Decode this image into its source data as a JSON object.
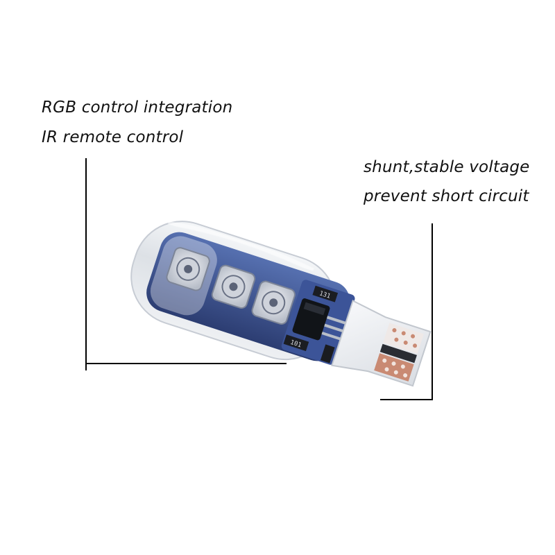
{
  "annotations": {
    "left": {
      "line1": "RGB control integration",
      "line2": "IR remote control"
    },
    "right": {
      "line1": "shunt,stable voltage",
      "line2": "prevent short circuit"
    }
  },
  "component_markings": {
    "top_resistor": "131",
    "bottom_resistor": "101"
  },
  "colors": {
    "background": "#ffffff",
    "text": "#111111",
    "pcb_blue": "#3a4f8f",
    "silicone": "#e9ecef",
    "copper_pad": "#c98a73"
  }
}
